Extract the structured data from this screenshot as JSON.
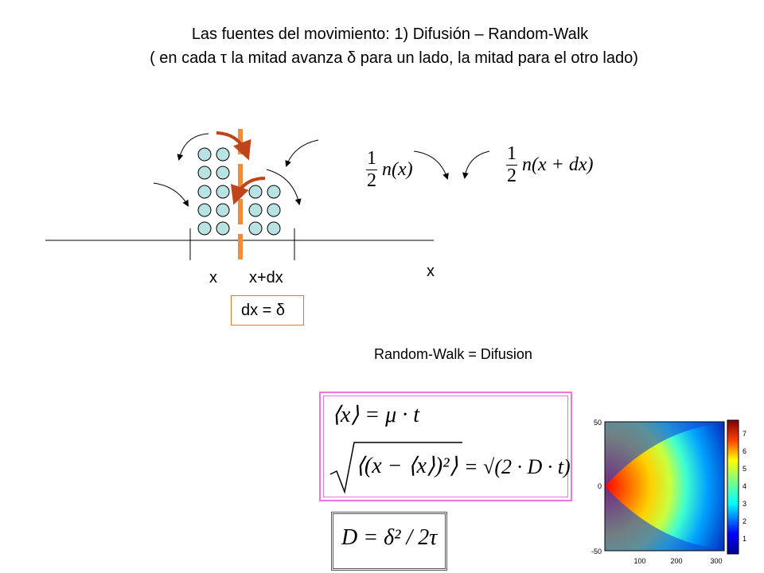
{
  "slide": {
    "title_line1": "Las fuentes del movimiento:  1) Difusión – Random-Walk",
    "title_line2": "( en cada τ la mitad avanza δ para un lado, la mitad para el otro lado)"
  },
  "diagram": {
    "label_x": "x",
    "label_x_dx": "x+dx",
    "axis_label": "x",
    "dx_box": "dx  = δ"
  },
  "formulas": {
    "half_n_x_frac_num": "1",
    "half_n_x_frac_den": "2",
    "half_n_x_body": "n(x)",
    "half_n_xdx_frac_num": "1",
    "half_n_xdx_frac_den": "2",
    "half_n_xdx_body": "n(x + dx)",
    "relation": "Random-Walk = Difusion",
    "mean_x": "⟨x⟩ = μ · t",
    "rms_rhs": "= √(2 · D · t)",
    "diffusion_coef": "D = δ² / 2τ"
  },
  "heatmap": {
    "y_ticks": [
      "50",
      "0",
      "-50"
    ],
    "x_ticks": [
      "100",
      "200",
      "300"
    ],
    "colorbar_ticks": [
      "7",
      "6",
      "5",
      "4",
      "3",
      "2",
      "1"
    ]
  }
}
